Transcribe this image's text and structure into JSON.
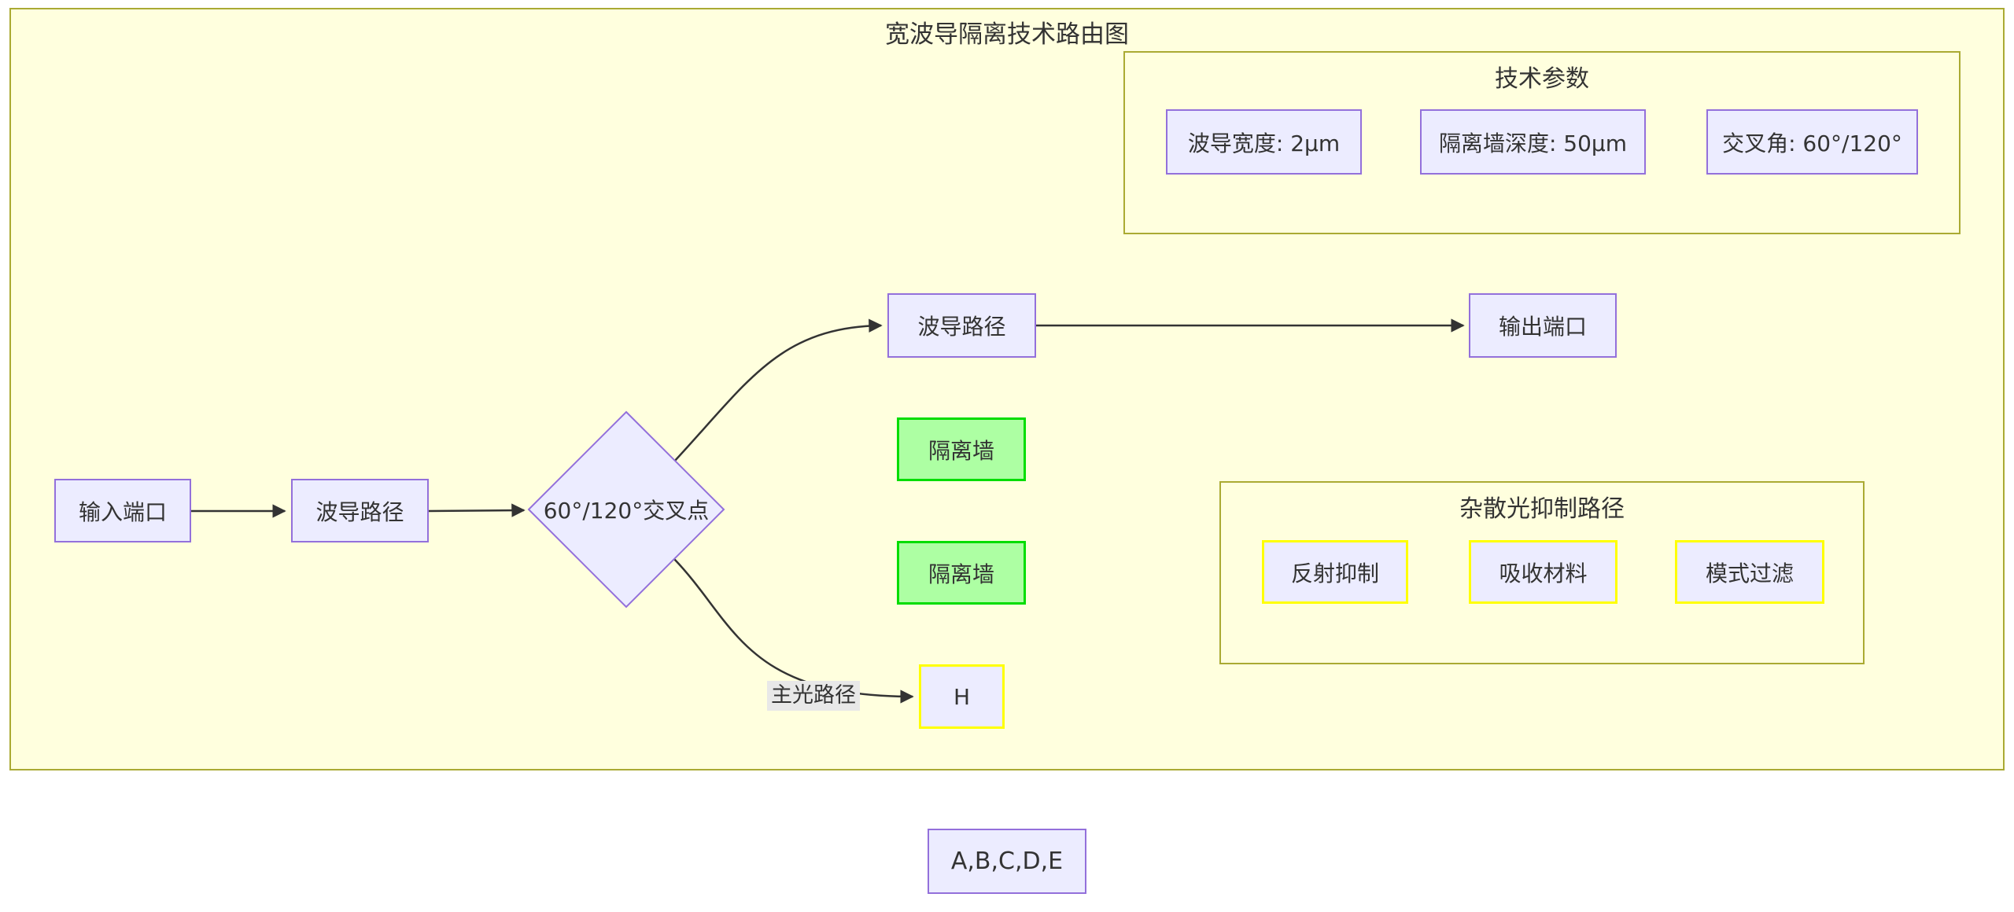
{
  "title": "宽波导隔离技术路由图",
  "colors": {
    "page_background": "#ffffff",
    "subgraph_fill": "#ffffde",
    "subgraph_border": "#aaaa33",
    "node_fill": "#ececff",
    "node_border": "#9370db",
    "wall_fill": "#adffa3",
    "wall_border": "#00dd00",
    "highlight_border": "#ffff00",
    "edge_color": "#333333",
    "edge_label_background": "#e8e8e8"
  },
  "tech_params": {
    "label": "技术参数",
    "items": [
      "波导宽度: 2μm",
      "隔离墙深度: 50μm",
      "交叉角: 60°/120°"
    ]
  },
  "stray_light": {
    "label": "杂散光抑制路径",
    "items": [
      "反射抑制",
      "吸收材料",
      "模式过滤"
    ]
  },
  "nodes": {
    "input_port": "输入端口",
    "waveguide_path_1": "波导路径",
    "crossing_point": "60°/120°交叉点",
    "waveguide_path_2": "波导路径",
    "output_port": "输出端口",
    "isolation_wall_1": "隔离墙",
    "isolation_wall_2": "隔离墙",
    "h_node": "H",
    "bottom_node": "A,B,C,D,E"
  },
  "edges": {
    "main_path_label": "主光路径"
  }
}
